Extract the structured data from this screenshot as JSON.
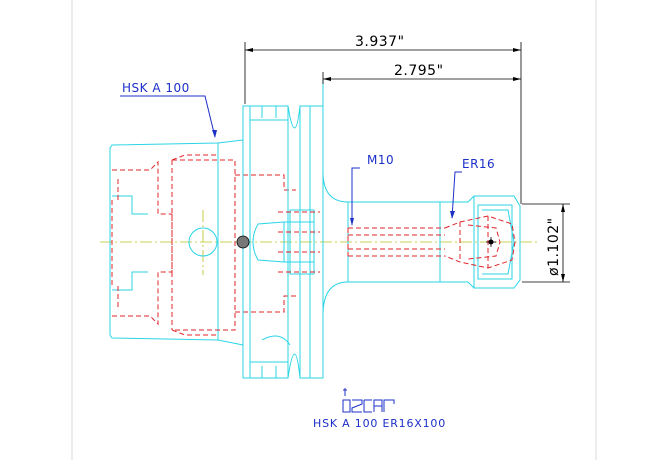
{
  "dimensions": {
    "overall_length": "3.937\"",
    "gauge_length": "2.795\"",
    "diameter": "ø1.102\""
  },
  "labels": {
    "shank": "HSK A 100",
    "thread": "M10",
    "collet": "ER16"
  },
  "logo": {
    "brand": "iscar"
  },
  "caption": "HSK A 100 ER16X100",
  "colors": {
    "outline": "#2bd4e6",
    "hidden": "#e0242a",
    "dimension": "#000000",
    "leader": "#1c2fc9",
    "centerline": "#b9c21a"
  }
}
